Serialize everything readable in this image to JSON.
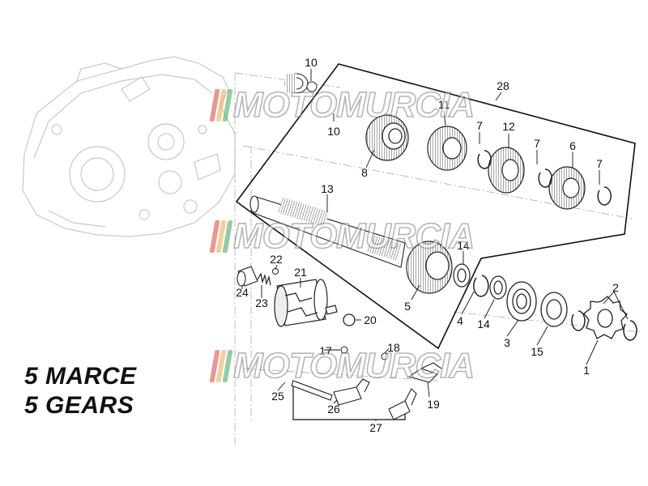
{
  "captions": {
    "line1": "5 MARCE",
    "line2": "5 GEARS"
  },
  "watermark": {
    "text": "MOTOMURCIA",
    "bar_colors": [
      "#d32f2f",
      "#e8a33a",
      "#2e9b48"
    ]
  },
  "callouts": {
    "c10a": "10",
    "c10b": "10",
    "c28": "28",
    "c11": "11",
    "c7a": "7",
    "c12": "12",
    "c7b": "7",
    "c6": "6",
    "c7c": "7",
    "c8": "8",
    "c13": "13",
    "c14a": "14",
    "c22": "22",
    "c21": "21",
    "c24": "24",
    "c23": "23",
    "c20": "20",
    "c5": "5",
    "c2": "2",
    "c4": "4",
    "c14b": "14",
    "c3": "3",
    "c15": "15",
    "c1": "1",
    "c17": "17",
    "c18": "18",
    "c25": "25",
    "c26": "26",
    "c19": "19",
    "c27": "27"
  }
}
